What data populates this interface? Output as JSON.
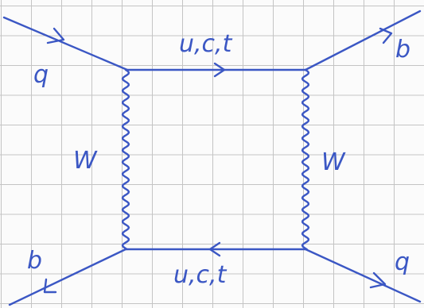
{
  "ink_color": "#3b57c4",
  "labels": {
    "quark_in_top": "q",
    "bottom_out_top": "b",
    "bottom_in_bottom": "b",
    "quark_out_bottom": "q",
    "internal_top": "u,c,t",
    "internal_bottom": "u,c,t",
    "boson_left": "W",
    "boson_right": "W"
  }
}
